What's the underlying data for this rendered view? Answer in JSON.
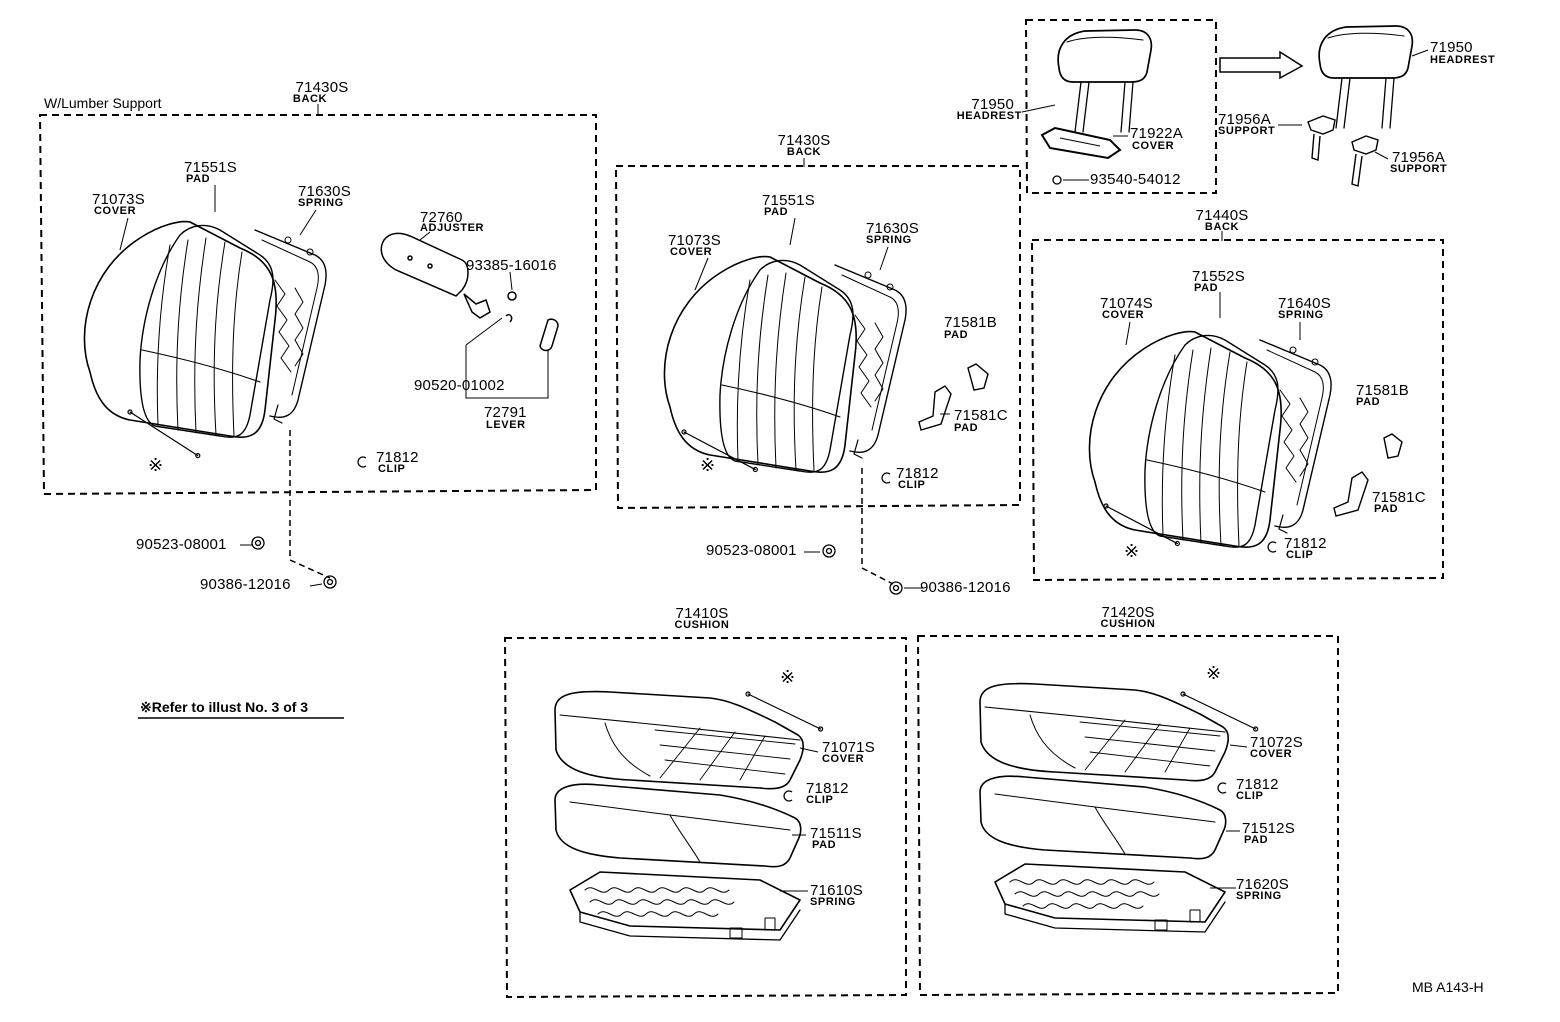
{
  "sections": {
    "lumbar_back": {
      "title": "W/Lumber Support",
      "assembly": {
        "number": "71430S",
        "name": "BACK"
      },
      "parts": {
        "pad": {
          "number": "71551S",
          "name": "PAD"
        },
        "cover": {
          "number": "71073S",
          "name": "COVER"
        },
        "spring": {
          "number": "71630S",
          "name": "SPRING"
        },
        "adjuster": {
          "number": "72760",
          "name": "ADJUSTER"
        },
        "screw": {
          "number": "93385-16016"
        },
        "pin": {
          "number": "90520-01002"
        },
        "lever": {
          "number": "72791",
          "name": "LEVER"
        },
        "clip": {
          "number": "71812",
          "name": "CLIP"
        }
      },
      "fasteners": {
        "nut": "90523-08001",
        "bolt": "90386-12016"
      }
    },
    "standard_back": {
      "assembly": {
        "number": "71430S",
        "name": "BACK"
      },
      "parts": {
        "pad": {
          "number": "71551S",
          "name": "PAD"
        },
        "cover": {
          "number": "71073S",
          "name": "COVER"
        },
        "spring": {
          "number": "71630S",
          "name": "SPRING"
        },
        "pad_b": {
          "number": "71581B",
          "name": "PAD"
        },
        "pad_c": {
          "number": "71581C",
          "name": "PAD"
        },
        "clip": {
          "number": "71812",
          "name": "CLIP"
        }
      },
      "fasteners": {
        "nut": "90523-08001",
        "bolt": "90386-12016"
      }
    },
    "headrest": {
      "headrest_left": {
        "number": "71950",
        "name": "HEADREST"
      },
      "cover": {
        "number": "71922A",
        "name": "COVER"
      },
      "screw": {
        "number": "93540-54012"
      },
      "headrest_right": {
        "number": "71950",
        "name": "HEADREST"
      },
      "support_a": {
        "number": "71956A",
        "name": "SUPPORT"
      },
      "support_b": {
        "number": "71956A",
        "name": "SUPPORT"
      }
    },
    "back_71440": {
      "assembly": {
        "number": "71440S",
        "name": "BACK"
      },
      "parts": {
        "pad": {
          "number": "71552S",
          "name": "PAD"
        },
        "cover": {
          "number": "71074S",
          "name": "COVER"
        },
        "spring": {
          "number": "71640S",
          "name": "SPRING"
        },
        "pad_b": {
          "number": "71581B",
          "name": "PAD"
        },
        "pad_c": {
          "number": "71581C",
          "name": "PAD"
        },
        "clip": {
          "number": "71812",
          "name": "CLIP"
        }
      }
    },
    "cushion_71410": {
      "assembly": {
        "number": "71410S",
        "name": "CUSHION"
      },
      "parts": {
        "cover": {
          "number": "71071S",
          "name": "COVER"
        },
        "clip": {
          "number": "71812",
          "name": "CLIP"
        },
        "pad": {
          "number": "71511S",
          "name": "PAD"
        },
        "spring": {
          "number": "71610S",
          "name": "SPRING"
        }
      }
    },
    "cushion_71420": {
      "assembly": {
        "number": "71420S",
        "name": "CUSHION"
      },
      "parts": {
        "cover": {
          "number": "71072S",
          "name": "COVER"
        },
        "clip": {
          "number": "71812",
          "name": "CLIP"
        },
        "pad": {
          "number": "71512S",
          "name": "PAD"
        },
        "spring": {
          "number": "71620S",
          "name": "SPRING"
        }
      }
    }
  },
  "note": {
    "symbol": "※",
    "text": "Refer to illust No. 3 of 3"
  },
  "ref_marker": "※",
  "drawing_code": "MB A143-H"
}
